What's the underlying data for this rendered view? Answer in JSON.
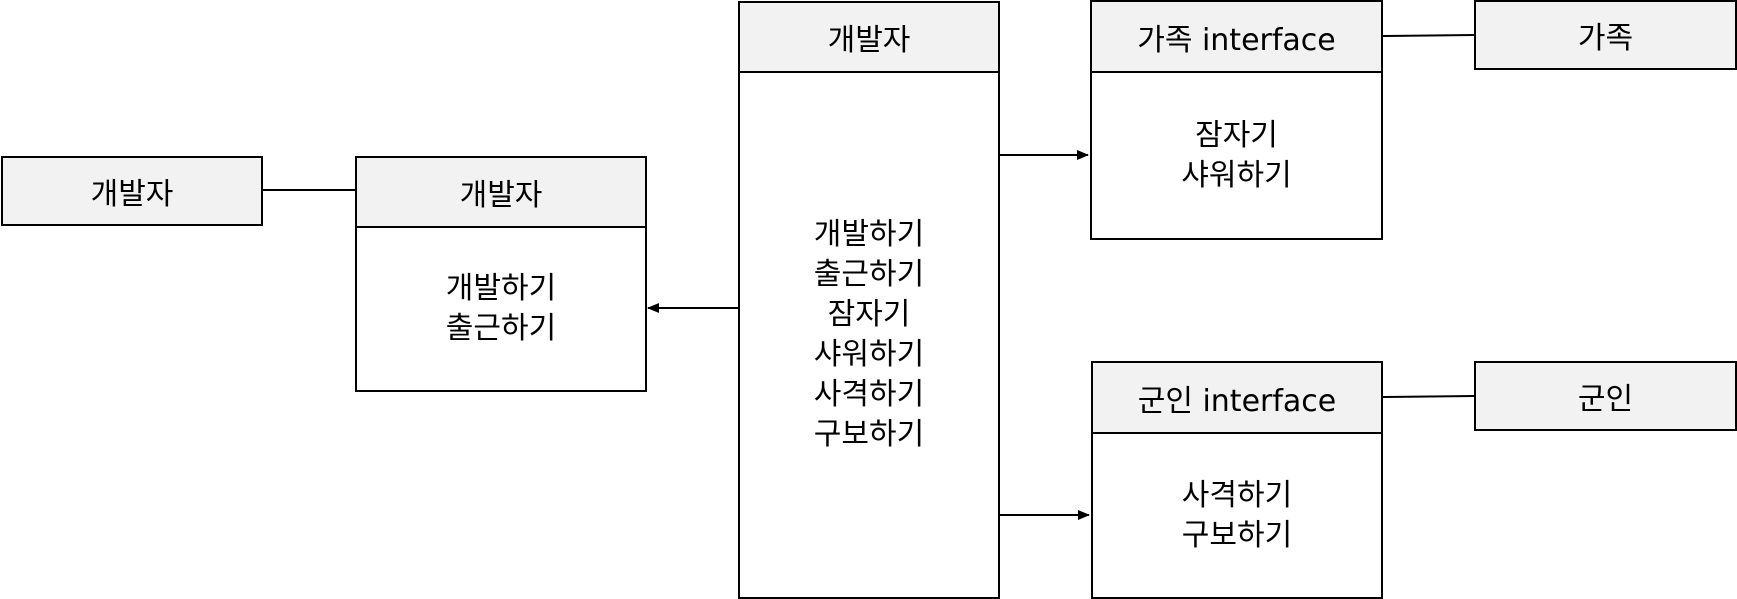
{
  "colors": {
    "header_fill": "#f2f2f2",
    "line": "#000000",
    "background": "#ffffff"
  },
  "standalone": {
    "developer": "개발자",
    "family": "가족",
    "soldier": "군인"
  },
  "developer_class": {
    "title": "개발자",
    "methods": [
      "개발하기",
      "출근하기"
    ]
  },
  "developer_full": {
    "title": "개발자",
    "methods": [
      "개발하기",
      "출근하기",
      "잠자기",
      "샤워하기",
      "사격하기",
      "구보하기"
    ]
  },
  "family_interface": {
    "title": "가족 interface",
    "methods": [
      "잠자기",
      "샤워하기"
    ]
  },
  "soldier_interface": {
    "title": "군인 interface",
    "methods": [
      "사격하기",
      "구보하기"
    ]
  }
}
